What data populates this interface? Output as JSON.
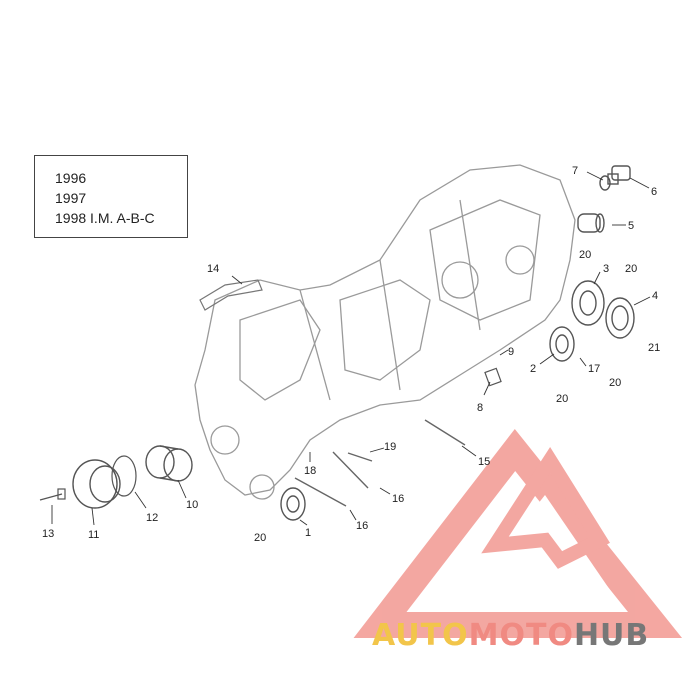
{
  "years": [
    "1996",
    "1997",
    "1998 I.M. A-B-C"
  ],
  "callouts": [
    {
      "id": "1",
      "text": "1"
    },
    {
      "id": "2",
      "text": "2"
    },
    {
      "id": "3",
      "text": "3"
    },
    {
      "id": "4",
      "text": "4"
    },
    {
      "id": "5",
      "text": "5"
    },
    {
      "id": "6",
      "text": "6"
    },
    {
      "id": "7",
      "text": "7"
    },
    {
      "id": "8",
      "text": "8"
    },
    {
      "id": "9",
      "text": "9"
    },
    {
      "id": "10",
      "text": "10"
    },
    {
      "id": "11",
      "text": "11"
    },
    {
      "id": "12",
      "text": "12"
    },
    {
      "id": "13",
      "text": "13"
    },
    {
      "id": "14",
      "text": "14"
    },
    {
      "id": "15",
      "text": "15"
    },
    {
      "id": "16a",
      "text": "16"
    },
    {
      "id": "16b",
      "text": "16"
    },
    {
      "id": "17",
      "text": "17"
    },
    {
      "id": "18",
      "text": "18"
    },
    {
      "id": "19",
      "text": "19"
    },
    {
      "id": "20a",
      "text": "20"
    },
    {
      "id": "20b",
      "text": "20"
    },
    {
      "id": "20c",
      "text": "20"
    },
    {
      "id": "20d",
      "text": "20"
    },
    {
      "id": "20e",
      "text": "20"
    },
    {
      "id": "21",
      "text": "21"
    }
  ],
  "watermark": {
    "part1": "AUTO",
    "part2": "MOTO",
    "part3": "HUB",
    "color1": "#f2c54a",
    "color2": "#f08a82",
    "color3": "#777777"
  }
}
